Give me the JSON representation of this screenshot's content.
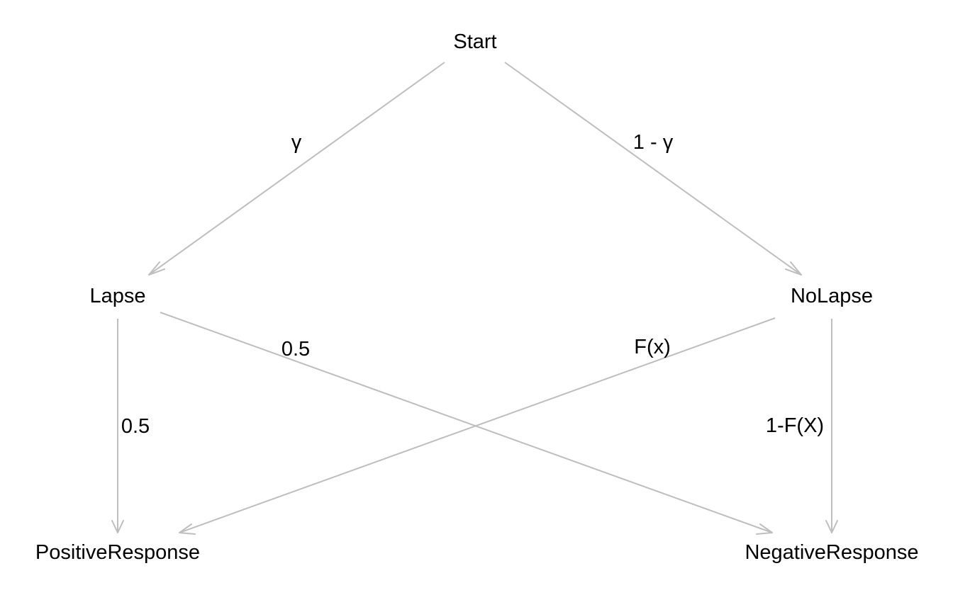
{
  "nodes": {
    "start": "Start",
    "lapse": "Lapse",
    "nolapse": "NoLapse",
    "positive": "PositiveResponse",
    "negative": "NegativeResponse"
  },
  "edges": {
    "start_lapse": "γ",
    "start_nolapse": "1 - γ",
    "lapse_positive": "0.5",
    "lapse_negative": "0.5",
    "nolapse_positive": "F(x)",
    "nolapse_negative": "1-F(X)"
  },
  "colors": {
    "edge": "#bebebe",
    "text": "#000000",
    "background": "#ffffff"
  }
}
